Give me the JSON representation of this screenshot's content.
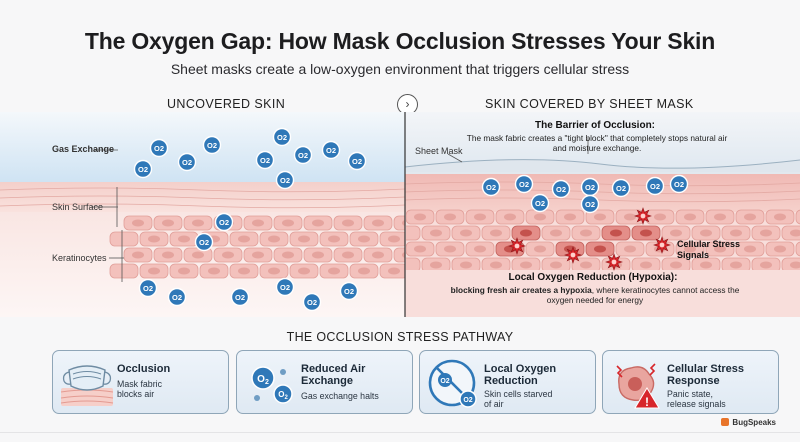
{
  "title": "The Oxygen Gap: How Mask Occlusion Stresses Your Skin",
  "subtitle": "Sheet masks create a low-oxygen environment that triggers cellular stress",
  "left_panel": {
    "heading": "UNCOVERED SKIN",
    "labels": {
      "gas_exchange": "Gas Exchange",
      "skin_surface": "Skin Surface",
      "keratinocytes": "Keratinocytes"
    }
  },
  "right_panel": {
    "heading": "SKIN COVERED BY SHEET MASK",
    "sheet_mask_label": "Sheet Mask",
    "barrier_title": "The Barrier of Occlusion:",
    "barrier_text": "The mask fabric creates a \"tight block\" that completely stops natural air and moisture exchange.",
    "hypoxia_title": "Local Oxygen Reduction (Hypoxia):",
    "hypoxia_bold": "blocking fresh air creates a hypoxia",
    "hypoxia_rest": ", where keratinocytes cannot access the oxygen needed for energy",
    "stress_label_1": "Cellular Stress",
    "stress_label_2": "Signals"
  },
  "molecule_label": "O2",
  "pathway": {
    "title": "THE OCCLUSION STRESS PATHWAY",
    "cards": [
      {
        "title": "Occlusion",
        "desc": "Mask fabric\nblocks air",
        "icon": "mask-icon"
      },
      {
        "title": "Reduced Air\nExchange",
        "desc": "Gas exchange halts",
        "icon": "o2-molecules-icon"
      },
      {
        "title": "Local Oxygen\nReduction",
        "desc": "Skin cells starved\nof air",
        "icon": "no-oxygen-icon"
      },
      {
        "title": "Cellular Stress\nResponse",
        "desc": "Panic state,\nrelease signals",
        "icon": "stressed-cell-icon"
      }
    ]
  },
  "brand": "BugSpeaks",
  "colors": {
    "sky": "#cfe3f3",
    "skin": "#f7d7d3",
    "cell": "#f3c4c0",
    "stressed_cell": "#e79390",
    "oxygen_blue": "#2f78b8",
    "alert_red": "#d7262b"
  }
}
